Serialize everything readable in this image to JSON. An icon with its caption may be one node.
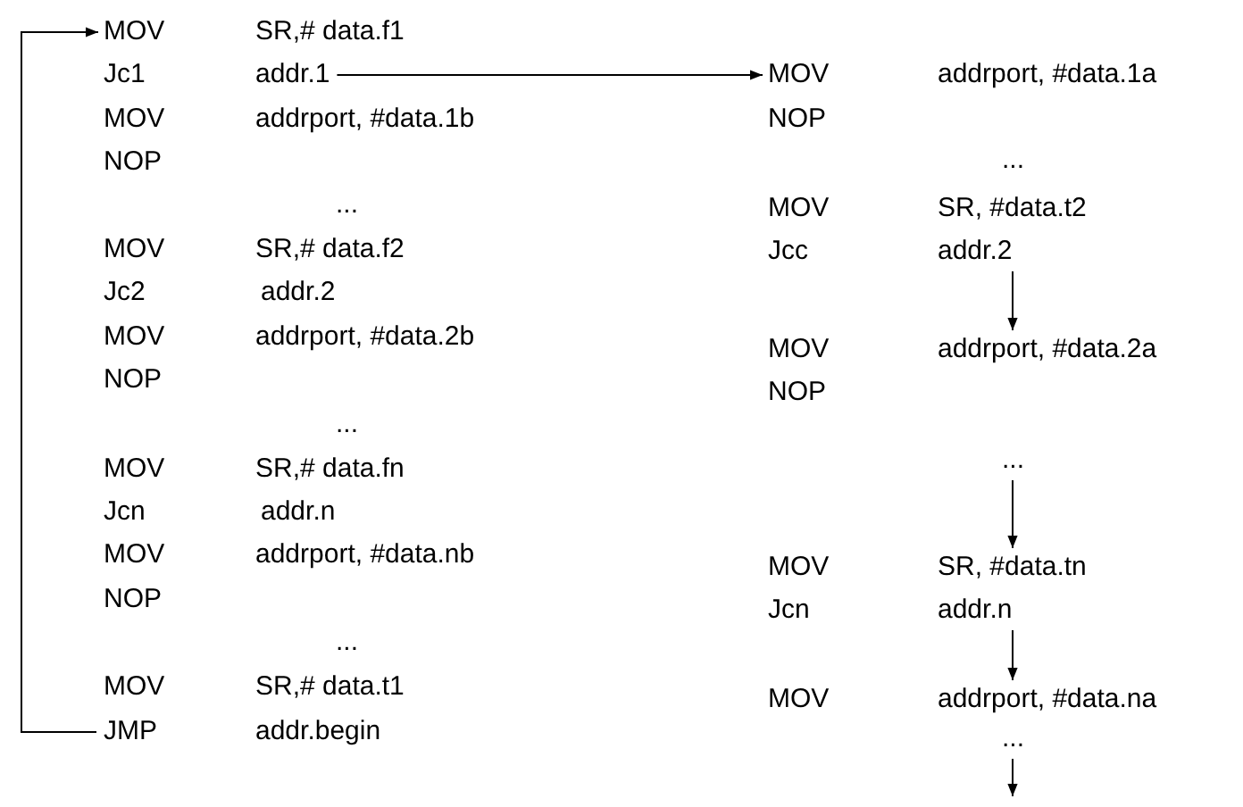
{
  "diagram": {
    "nodes": [
      {
        "text": [
          "MOV",
          "SR,# data.f1"
        ]
      },
      {
        "text": [
          "Jc1",
          "addr.1"
        ]
      },
      {
        "text": [
          "JMP",
          "addr.begin"
        ]
      },
      {
        "text": [
          "MOV",
          "addrport, #data.1a"
        ]
      },
      {
        "text": [
          "Jcc",
          "addr.2"
        ]
      },
      {
        "text": [
          "MOV",
          "addrport, #data.2a"
        ]
      },
      {
        "text": [
          "..."
        ]
      },
      {
        "text": [
          "MOV",
          "SR, #data.tn"
        ]
      },
      {
        "text": [
          "Jcn",
          "addr.n"
        ]
      },
      {
        "text": [
          "MOV",
          "addrport, #data.na"
        ]
      },
      {
        "text": [
          "..."
        ]
      }
    ],
    "edges": [
      {
        "from": 2,
        "to": 0,
        "arrow": "to"
      },
      {
        "from": 1,
        "to": 3,
        "arrow": "to"
      },
      {
        "from": 4,
        "to": 5,
        "arrow": "to"
      },
      {
        "from": 6,
        "to": 7,
        "arrow": "to"
      },
      {
        "from": 8,
        "to": 9,
        "arrow": "to"
      },
      {
        "from": 10,
        "to": null,
        "arrow": "to"
      }
    ],
    "labels": [
      "MOV",
      "addrport, #data.1b",
      "NOP",
      "...",
      "MOV",
      "SR,# data.f2",
      "Jc2",
      "addr.2",
      "MOV",
      "addrport, #data.2b",
      "NOP",
      "...",
      "MOV",
      "SR,# data.fn",
      "Jcn",
      "addr.n",
      "MOV",
      "addrport, #data.nb",
      "NOP",
      "...",
      "MOV",
      "SR,# data.t1",
      "NOP",
      "...",
      "MOV",
      "SR, #data.t2",
      "NOP"
    ]
  }
}
